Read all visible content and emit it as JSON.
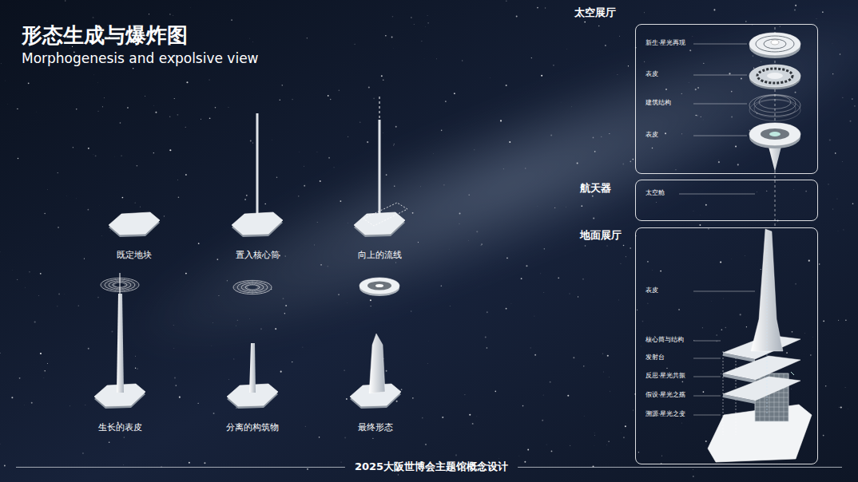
{
  "diagram": {
    "title": "形态生成与爆炸图",
    "caption": "2025大阪世博会主题馆概念设计",
    "nodes": [
      {
        "text": [
          "太空展厅"
        ]
      },
      {
        "text": [
          "航天器"
        ]
      },
      {
        "text": [
          "地面展厅"
        ]
      }
    ],
    "labels": [
      "Morphogenesis and expolsive view",
      "既定地块",
      "置入核心筒",
      "向上的流线",
      "生长的表皮",
      "分离的构筑物",
      "最终形态",
      "新生·星光再现",
      "表皮",
      "建筑结构",
      "表皮",
      "太空舱",
      "表皮",
      "核心筒与结构",
      "发射台",
      "反思·星光共振",
      "假设·星光之殇",
      "溯源·星光之变"
    ]
  }
}
